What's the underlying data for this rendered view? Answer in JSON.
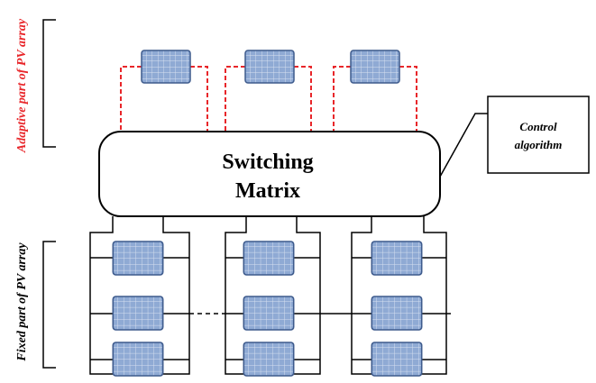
{
  "labels": {
    "adaptive": "Adaptive part of PV array",
    "fixed": "Fixed part of PV array",
    "switching_line1": "Switching",
    "switching_line2": "Matrix",
    "control_line1": "Control",
    "control_line2": "algorithm"
  },
  "colors": {
    "adaptive_text": "#e8262a",
    "adaptive_wire": "#e8262a",
    "wire": "#000000",
    "panel_fill": "#8faad4",
    "panel_grid": "#d9e2f1",
    "panel_border": "#3d5a8c"
  },
  "adaptive_panels": 3,
  "fixed_columns": 3,
  "fixed_rows_per_column": 3
}
